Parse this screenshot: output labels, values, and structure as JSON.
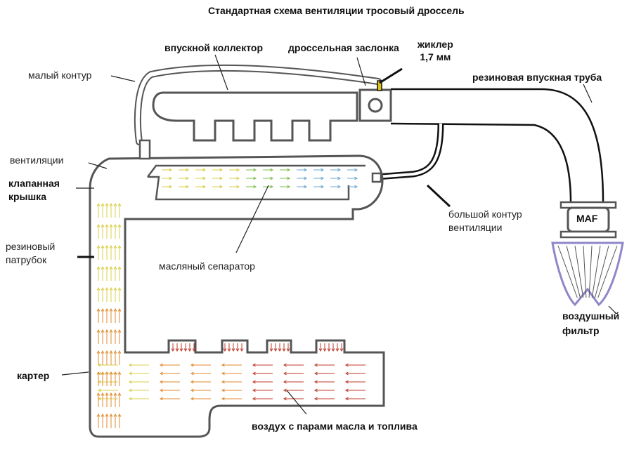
{
  "title": "Стандартная схема вентиляции  тросовый дроссель",
  "labels": {
    "intake_manifold": "впускной коллектор",
    "throttle": "дроссельная заслонка",
    "jet": "жиклер\n1,7 мм",
    "small_circuit": "малый контур",
    "rubber_intake_pipe": "резиновая впускная труба",
    "ventilation": "вентиляции",
    "valve_cover": "клапанная\nкрышка",
    "rubber_hose": "резиновый\nпатрубок",
    "big_circuit": "большой контур\nвентиляции",
    "oil_separator": "масляный сепаратор",
    "maf": "MAF",
    "air_filter": "воздушный\nфильтр",
    "crankcase": "картер",
    "air_vapors": "воздух с парами масла и топлива"
  },
  "colors": {
    "outline": "#555555",
    "hose": "#111111",
    "filter": "#8e87c9",
    "jet": "#d8c11a",
    "flow_red": "#c0392b",
    "flow_orange": "#e08a2c",
    "flow_yellow": "#d8cf45",
    "flow_green": "#7cbd4a",
    "flow_blue": "#6aa8cf"
  }
}
